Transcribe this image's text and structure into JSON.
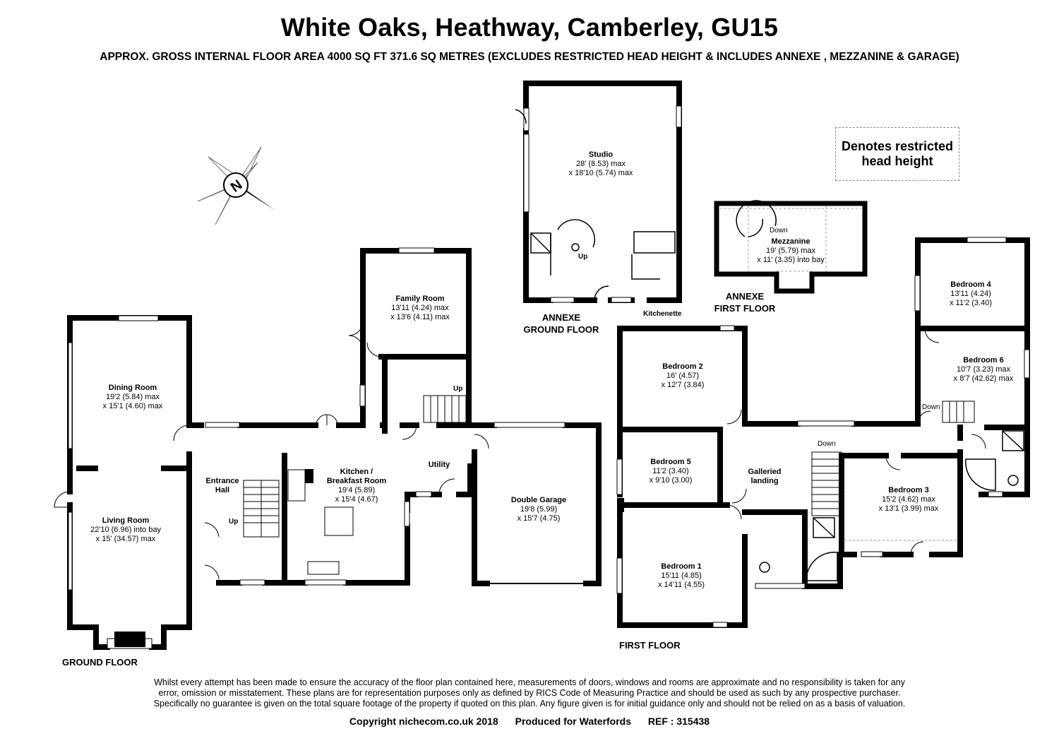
{
  "header": {
    "title": "White Oaks, Heathway, Camberley, GU15",
    "subtitle": "APPROX. GROSS INTERNAL FLOOR AREA 4000 SQ FT 371.6 SQ METRES (EXCLUDES RESTRICTED HEAD HEIGHT & INCLUDES ANNEXE , MEZZANINE & GARAGE)"
  },
  "compass": {
    "letter": "N"
  },
  "legend": {
    "line1": "Denotes restricted",
    "line2": "head height"
  },
  "floors": {
    "ground": "GROUND FLOOR",
    "first": "FIRST FLOOR",
    "annexe_ground_1": "ANNEXE",
    "annexe_ground_2": "GROUND FLOOR",
    "annexe_first_1": "ANNEXE",
    "annexe_first_2": "FIRST FLOOR"
  },
  "rooms": {
    "dining": {
      "name": "Dining Room",
      "l1": "19'2 (5.84) max",
      "l2": "x 15'1 (4.60) max"
    },
    "living": {
      "name": "Living Room",
      "l1": "22'10 (6.96) into bay",
      "l2": "x 15' (34.57) max"
    },
    "entrance": {
      "name1": "Entrance",
      "name2": "Hall"
    },
    "family": {
      "name": "Family Room",
      "l1": "13'11 (4.24) max",
      "l2": "x 13'6 (4.11) max"
    },
    "kitchen": {
      "name1": "Kitchen /",
      "name2": "Breakfast Room",
      "l1": "19'4 (5.89)",
      "l2": "x 15'4 (4.67)"
    },
    "utility": {
      "name": "Utility"
    },
    "garage": {
      "name": "Double Garage",
      "l1": "19'8 (5.99)",
      "l2": "x 15'7 (4.75)"
    },
    "studio": {
      "name": "Studio",
      "l1": "28' (8.53) max",
      "l2": "x 18'10 (5.74) max"
    },
    "kitchenette": {
      "name": "Kitchenette"
    },
    "mezzanine": {
      "name": "Mezzanine",
      "l1": "19' (5.79) max",
      "l2": "x 11' (3.35) into bay"
    },
    "bedroom1": {
      "name": "Bedroom 1",
      "l1": "15'11 (4.85)",
      "l2": "x 14'11 (4.55)"
    },
    "bedroom2": {
      "name": "Bedroom 2",
      "l1": "16' (4.57)",
      "l2": "x 12'7 (3.84)"
    },
    "bedroom3": {
      "name": "Bedroom 3",
      "l1": "15'2 (4.62) max",
      "l2": "x 13'1 (3.99) max"
    },
    "bedroom4": {
      "name": "Bedroom 4",
      "l1": "13'11 (4.24)",
      "l2": "x 11'2 (3.40)"
    },
    "bedroom5": {
      "name": "Bedroom 5",
      "l1": "11'2 (3.40)",
      "l2": "x 9'10 (3.00)"
    },
    "bedroom6": {
      "name": "Bedroom 6",
      "l1": "10'7 (3.23) max",
      "l2": "x 8'7 (42.62) max"
    },
    "landing": {
      "name1": "Galleried",
      "name2": "landing"
    }
  },
  "stairs": {
    "up_hall": "Up",
    "up_family": "Up",
    "up_studio": "Up",
    "down_mezz": "Down",
    "down_landing": "Down",
    "down_bed6": "Down"
  },
  "disclaimer": {
    "l1": "Whilst every attempt has been made to ensure the accuracy of the floor plan contained here, measurements of doors, windows and rooms are approximate and no responsibility is taken for any",
    "l2": "error, omission or misstatement. These plans are for representation purposes only as defined by RICS Code of Measuring Practice and should be used as such by any prospective purchaser.",
    "l3": "Specifically no guarantee is given on the total square footage of the property if quoted on this plan. Any figure given is for initial guidance only and should not be relied on as a basis of valuation."
  },
  "footer": {
    "copyright": "Copyright nichecom.co.uk 2018",
    "produced": "Produced for Waterfords",
    "ref": "REF : 315438"
  }
}
